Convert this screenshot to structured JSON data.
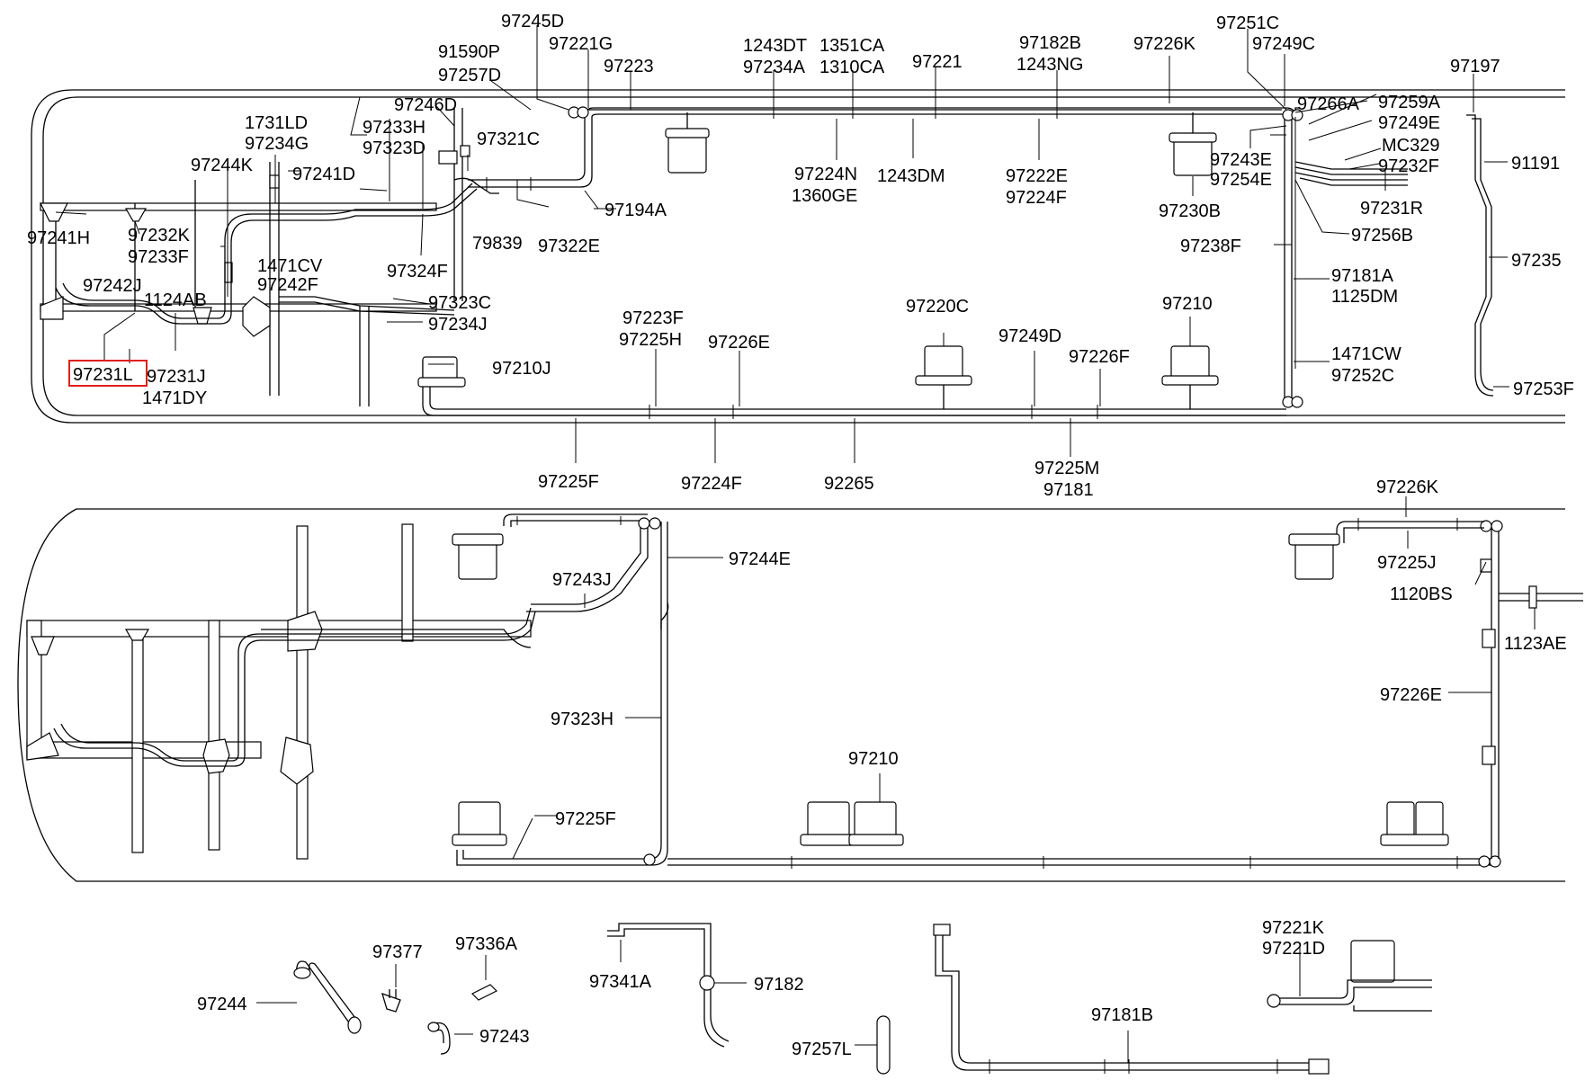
{
  "diagram": {
    "highlighted_part": "97231L",
    "highlight_color": "#e0201b",
    "top_view": {
      "labels": [
        "97245D",
        "97221G",
        "91590P",
        "97257D",
        "97223",
        "1243DT",
        "97234A",
        "1351CA",
        "1310CA",
        "97221",
        "97182B",
        "1243NG",
        "97226K",
        "97251C",
        "97249C",
        "97197",
        "97246D",
        "97266A",
        "97259A",
        "97249E",
        "MC329",
        "97232F",
        "1731LD",
        "97234G",
        "97233H",
        "97323D",
        "97321C",
        "97244K",
        "97241D",
        "97224N",
        "1360GE",
        "1243DM",
        "97222E",
        "97224F",
        "97243E",
        "97254E",
        "97230B",
        "91191",
        "97231R",
        "97194A",
        "97241H",
        "79839",
        "97322E",
        "97256B",
        "97232K",
        "97233F",
        "97238F",
        "1471CV",
        "97242F",
        "97324F",
        "97181A",
        "1125DM",
        "97235",
        "97242J",
        "1124AB",
        "97323C",
        "97234J",
        "97223F",
        "97225H",
        "97226E",
        "97220C",
        "97249D",
        "97210",
        "97226F",
        "1471CW",
        "97252C",
        "97231L",
        "97231J",
        "1471DY",
        "97210J",
        "97253F",
        "97225F",
        "97224F",
        "92265",
        "97225M",
        "97181"
      ]
    },
    "bottom_view": {
      "labels": [
        "97226K",
        "97244E",
        "97225J",
        "97243J",
        "1120BS",
        "1123AE",
        "97226E",
        "97323H",
        "97210",
        "97225F"
      ]
    },
    "loose_parts": {
      "labels": [
        "97377",
        "97336A",
        "97341A",
        "97182",
        "97221K",
        "97221D",
        "97244",
        "97243",
        "97181B",
        "97257L"
      ]
    }
  }
}
